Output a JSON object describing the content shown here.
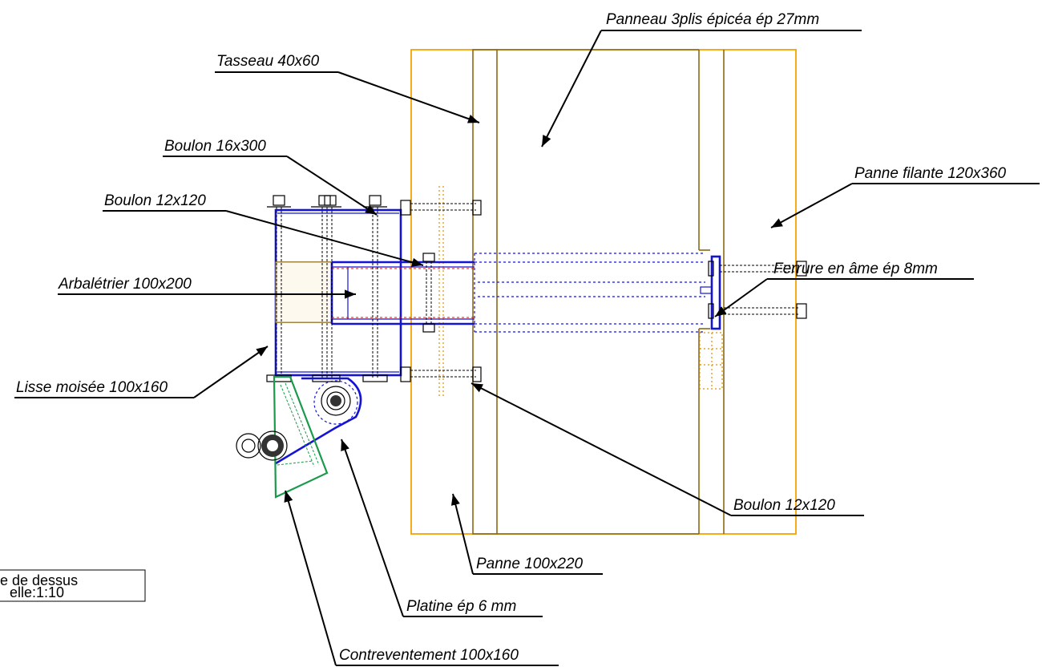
{
  "labels": {
    "panneau": "Panneau 3plis épicéa ép 27mm",
    "tasseau": "Tasseau 40x60",
    "boulon16": "Boulon 16x300",
    "panne_filante": "Panne filante 120x360",
    "boulon12_top": "Boulon 12x120",
    "ferrure": "Ferrure en âme ép 8mm",
    "arbaletrier": "Arbalétrier 100x200",
    "lisse": "Lisse moisée 100x160",
    "boulon12_bottom": "Boulon 12x120",
    "panne": "Panne 100x220",
    "platine": "Platine ép 6 mm",
    "contrev": "Contreventement 100x160"
  },
  "title_block": {
    "line1": "e de dessus",
    "line2": "elle:1:10"
  }
}
